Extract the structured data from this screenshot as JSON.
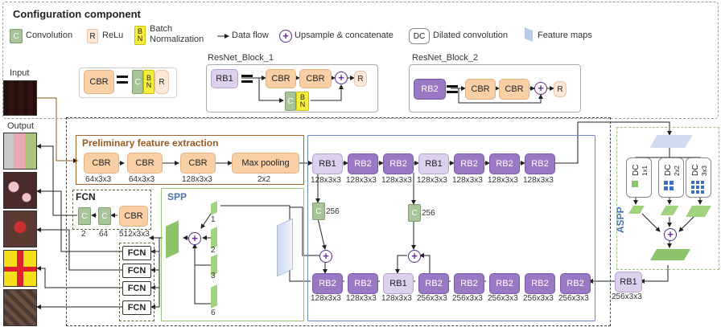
{
  "config": {
    "title": "Configuration component",
    "legend": {
      "conv_key": "C",
      "conv_text": "Convolution",
      "relu_key": "R",
      "relu_text": "ReLu",
      "bn_key1": "B",
      "bn_key2": "N",
      "bn_text1": "Batch",
      "bn_text2": "Normalization",
      "flow_text": "Data flow",
      "upsample_text": "Upsample & concatenate",
      "dc_key": "DC",
      "dc_text": "Dilated convolution",
      "fmap_text": "Feature maps"
    },
    "cbr_def": {
      "cbr": "CBR",
      "c": "C",
      "b": "B",
      "n": "N",
      "r": "R"
    },
    "block1": {
      "title": "ResNet_Block_1",
      "rb": "RB1",
      "cbr1": "CBR",
      "cbr2": "CBR",
      "r": "R",
      "c": "C",
      "b": "B",
      "n": "N"
    },
    "block2": {
      "title": "ResNet_Block_2",
      "rb": "RB2",
      "cbr1": "CBR",
      "cbr2": "CBR",
      "r": "R"
    }
  },
  "io": {
    "input": "Input",
    "output": "Output"
  },
  "pfe": {
    "title": "Preliminary feature extraction",
    "blocks": [
      {
        "label": "CBR",
        "dim": "64x3x3"
      },
      {
        "label": "CBR",
        "dim": "64x3x3"
      },
      {
        "label": "CBR",
        "dim": "128x3x3"
      },
      {
        "label": "Max pooling",
        "dim": "2x2"
      }
    ]
  },
  "top_row": [
    {
      "label": "RB1",
      "dim": "128x3x3"
    },
    {
      "label": "RB2",
      "dim": "128x3x3"
    },
    {
      "label": "RB2",
      "dim": "128x3x3"
    },
    {
      "label": "RB1",
      "dim": "128x3x3"
    },
    {
      "label": "RB2",
      "dim": "128x3x3"
    },
    {
      "label": "RB2",
      "dim": "128x3x3"
    },
    {
      "label": "RB2",
      "dim": "128x3x3"
    }
  ],
  "bottom_row": [
    {
      "label": "RB2",
      "dim": "128x3x3"
    },
    {
      "label": "RB2",
      "dim": "128x3x3"
    },
    {
      "label": "RB1",
      "dim": "128x3x3"
    },
    {
      "label": "RB2",
      "dim": "256x3x3"
    },
    {
      "label": "RB2",
      "dim": "256x3x3"
    },
    {
      "label": "RB2",
      "dim": "256x3x3"
    },
    {
      "label": "RB2",
      "dim": "256x3x3"
    },
    {
      "label": "RB2",
      "dim": "256x3x3"
    }
  ],
  "rb1_right": {
    "label": "RB1",
    "dim": "256x3x3"
  },
  "skip1": {
    "label": "C",
    "dim": "256"
  },
  "skip2": {
    "label": "C",
    "dim": "256"
  },
  "fcn_main": {
    "title": "FCN",
    "c1": "C",
    "c1_dim": "2",
    "c2": "C",
    "c2_dim": "64",
    "cbr": "CBR",
    "cbr_dim": "512x3x3"
  },
  "fcn_list": [
    "FCN",
    "FCN",
    "FCN",
    "FCN"
  ],
  "spp": {
    "title": "SPP",
    "levels": [
      "1",
      "2",
      "3",
      "6"
    ]
  },
  "aspp": {
    "title": "ASPP",
    "dc": [
      {
        "label": "DC",
        "size": "1x1"
      },
      {
        "label": "DC",
        "size": "2x2"
      },
      {
        "label": "DC",
        "size": "3x3"
      }
    ]
  },
  "plus_symbol": "+"
}
